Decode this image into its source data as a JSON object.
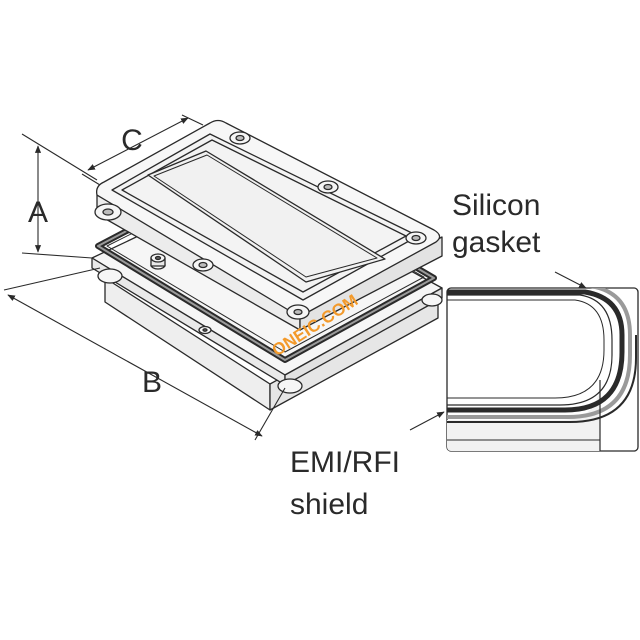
{
  "dimensions": {
    "a_label": "A",
    "b_label": "B",
    "c_label": "C"
  },
  "callouts": {
    "gasket_line1": "Silicon",
    "gasket_line2": "gasket",
    "shield_line1": "EMI/RFI",
    "shield_line2": "shield"
  },
  "watermark": "ONEIC.COM",
  "colors": {
    "line": "#2a2a2a",
    "face": "#f5f5f5",
    "gasket": "#4a4a4a",
    "watermark": "#f39a2b"
  }
}
